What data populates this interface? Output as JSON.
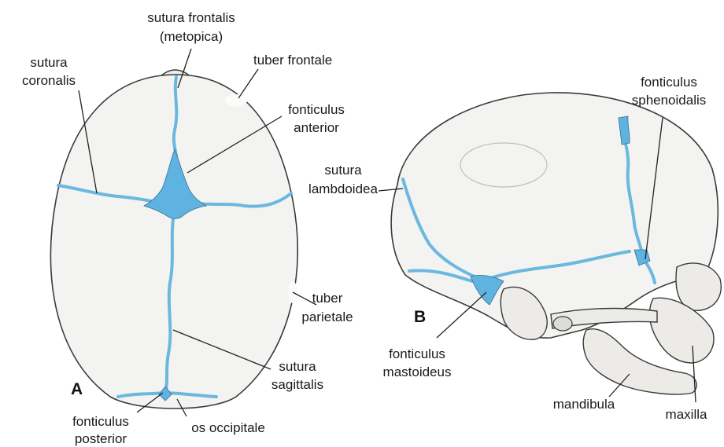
{
  "colors": {
    "suture": "#6bb8df",
    "fontanelle": "#5fb3e0",
    "bone": "#f3f3f1",
    "outline": "#3a3a3a",
    "text": "#1a1a1a"
  },
  "panels": {
    "a": "A",
    "b": "B"
  },
  "labels": {
    "sutura_frontalis_l1": "sutura frontalis",
    "sutura_frontalis_l2": "(metopica)",
    "sutura_coronalis_l1": "sutura",
    "sutura_coronalis_l2": "coronalis",
    "tuber_frontale": "tuber frontale",
    "fonticulus_anterior_l1": "fonticulus",
    "fonticulus_anterior_l2": "anterior",
    "tuber_parietale_l1": "tuber",
    "tuber_parietale_l2": "parietale",
    "sutura_sagittalis_l1": "sutura",
    "sutura_sagittalis_l2": "sagittalis",
    "fonticulus_posterior_l1": "fonticulus",
    "fonticulus_posterior_l2": "posterior",
    "os_occipitale": "os occipitale",
    "fonticulus_sphenoidalis_l1": "fonticulus",
    "fonticulus_sphenoidalis_l2": "sphenoidalis",
    "sutura_lambdoidea_l1": "sutura",
    "sutura_lambdoidea_l2": "lambdoidea",
    "fonticulus_mastoideus_l1": "fonticulus",
    "fonticulus_mastoideus_l2": "mastoideus",
    "mandibula": "mandibula",
    "maxilla": "maxilla"
  }
}
